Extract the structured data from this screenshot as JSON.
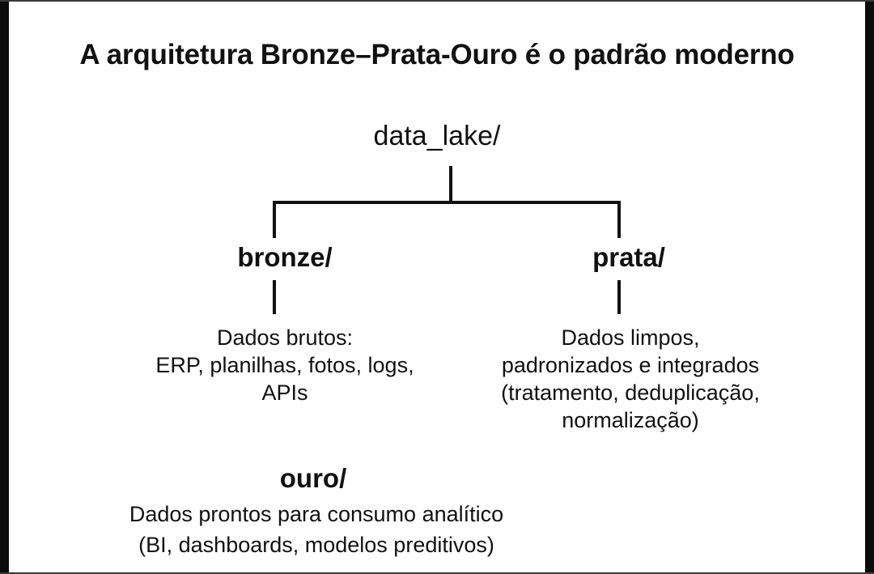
{
  "slide": {
    "title": "A arquitetura Bronze–Prata-Ouro é o padrão moderno",
    "background_color": "#ffffff",
    "text_color": "#111111",
    "frame_color": "#0c0c0c"
  },
  "tree": {
    "root": {
      "label": "data_lake/"
    },
    "children": [
      {
        "id": "bronze",
        "label": "bronze/",
        "description_lines": [
          "Dados brutos:",
          "ERP, planilhas, fotos, logs,",
          "APIs"
        ]
      },
      {
        "id": "prata",
        "label": "prata/",
        "description_lines": [
          "Dados limpos,",
          "padronizados e integrados",
          "(tratamento, deduplicação,",
          "normalização)"
        ]
      }
    ],
    "extra": {
      "id": "ouro",
      "label": "ouro/",
      "description_lines": [
        "Dados prontos para consumo analítico",
        "(BI, dashboards, modelos preditivos)"
      ]
    }
  }
}
